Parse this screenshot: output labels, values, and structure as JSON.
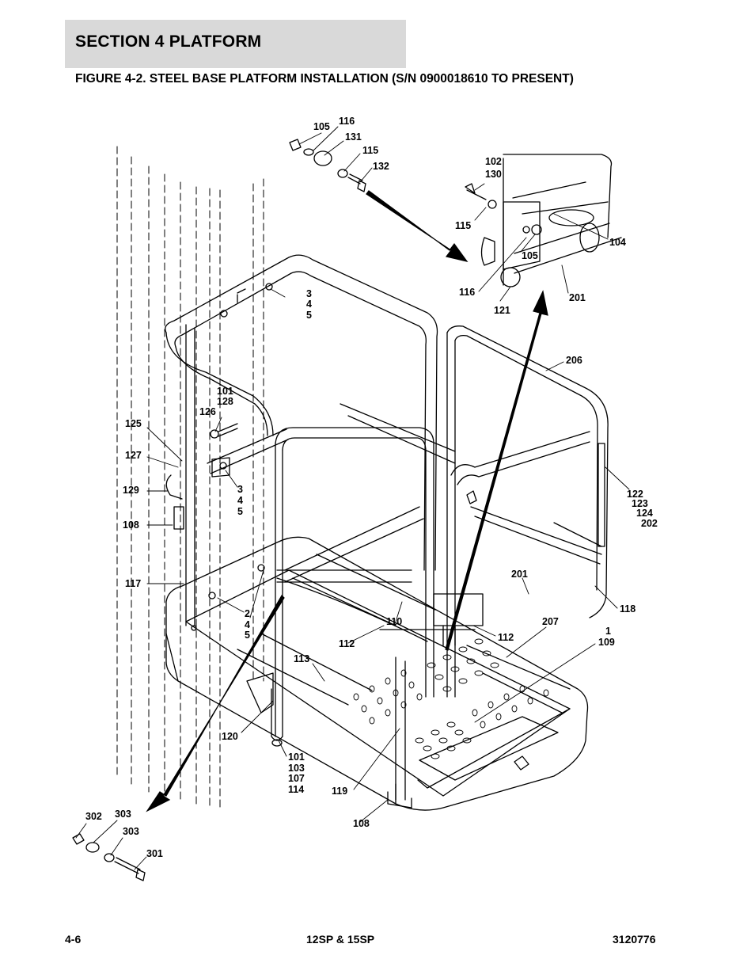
{
  "header": {
    "section_title": "SECTION 4   PLATFORM",
    "figure_title": "FIGURE 4-2. STEEL BASE PLATFORM INSTALLATION (S/N 0900018610 TO PRESENT)"
  },
  "callouts": {
    "c105a": "105",
    "c116a": "116",
    "c131": "131",
    "c115a": "115",
    "c132": "132",
    "c102": "102",
    "c130": "130",
    "c115b": "115",
    "c104": "104",
    "c105b": "105",
    "c116b": "116",
    "c121": "121",
    "c201a": "201",
    "c3a": "3",
    "c4a": "4",
    "c5a": "5",
    "c206": "206",
    "c101a": "101",
    "c128": "128",
    "c126": "126",
    "c125": "125",
    "c127": "127",
    "c129": "129",
    "c108a": "108",
    "c3b": "3",
    "c4b": "4",
    "c5b": "5",
    "c122": "122",
    "c123": "123",
    "c124": "124",
    "c202": "202",
    "c201b": "201",
    "c117": "117",
    "c118": "118",
    "c2": "2",
    "c4c": "4",
    "c5c": "5",
    "c110": "110",
    "c112a": "112",
    "c112b": "112",
    "c207": "207",
    "c1": "1",
    "c109": "109",
    "c113": "113",
    "c120": "120",
    "c101b": "101",
    "c103": "103",
    "c107": "107",
    "c114": "114",
    "c119": "119",
    "c108b": "108",
    "c302": "302",
    "c303a": "303",
    "c303b": "303",
    "c301": "301"
  },
  "footer": {
    "page_number": "4-6",
    "model": "12SP & 15SP",
    "doc_number": "3120776"
  }
}
